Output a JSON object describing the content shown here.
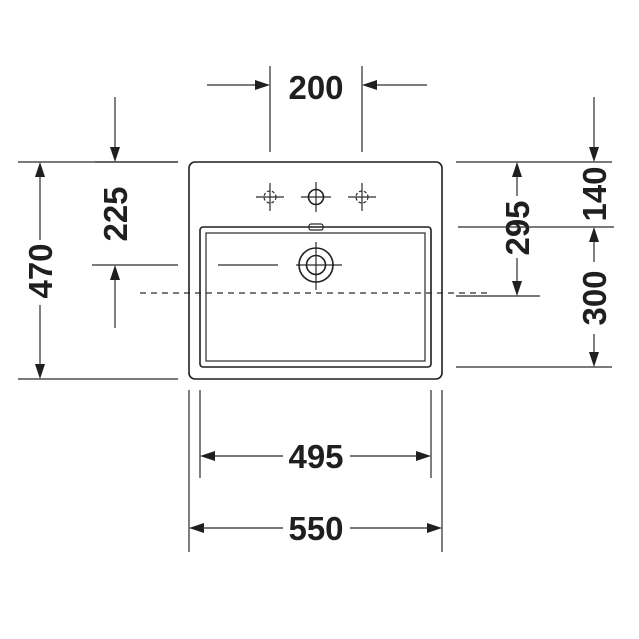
{
  "dimensions": {
    "tap_hole_spacing": "200",
    "tap_to_drain": "225",
    "overall_depth": "470",
    "drain_from_back": "295",
    "tap_from_back": "140",
    "basin_front_depth": "300",
    "inner_width": "495",
    "overall_width": "550"
  },
  "colors": {
    "line": "#1f1f1f",
    "background": "#ffffff"
  }
}
